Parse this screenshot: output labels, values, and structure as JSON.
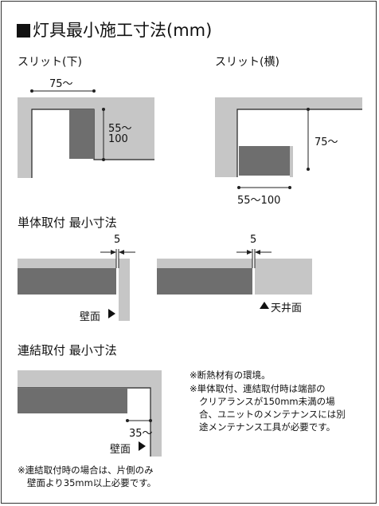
{
  "title": "灯具最小施工寸法(mm)",
  "slit_lower": {
    "label": "スリット(下)",
    "dim_h": "75〜",
    "dim_v1": "55〜",
    "dim_v2": "100"
  },
  "slit_side": {
    "label": "スリット(横)",
    "dim_v": "75〜",
    "dim_h": "55〜100"
  },
  "single": {
    "heading": "単体取付 最小寸法",
    "gap1": "5",
    "gap2": "5",
    "wall": "壁面",
    "ceiling": "天井面"
  },
  "linked": {
    "heading": "連結取付 最小寸法",
    "gap": "35〜",
    "wall": "壁面"
  },
  "notes": {
    "n1": "※断熱材有の環境。",
    "n2_1": "※単体取付、連結取付時は端部の",
    "n2_2": "クリアランスが150mm未満の場",
    "n2_3": "合、ユニットのメンテナンスには別",
    "n2_4": "途メンテナンス工具が必要です。",
    "n3_1": "※連結取付時の場合は、片側のみ",
    "n3_2": "壁面より35mm以上必要です。"
  },
  "colors": {
    "ceiling": "#c6c6c6",
    "fixture": "#6e6e6e",
    "line": "#222222"
  }
}
